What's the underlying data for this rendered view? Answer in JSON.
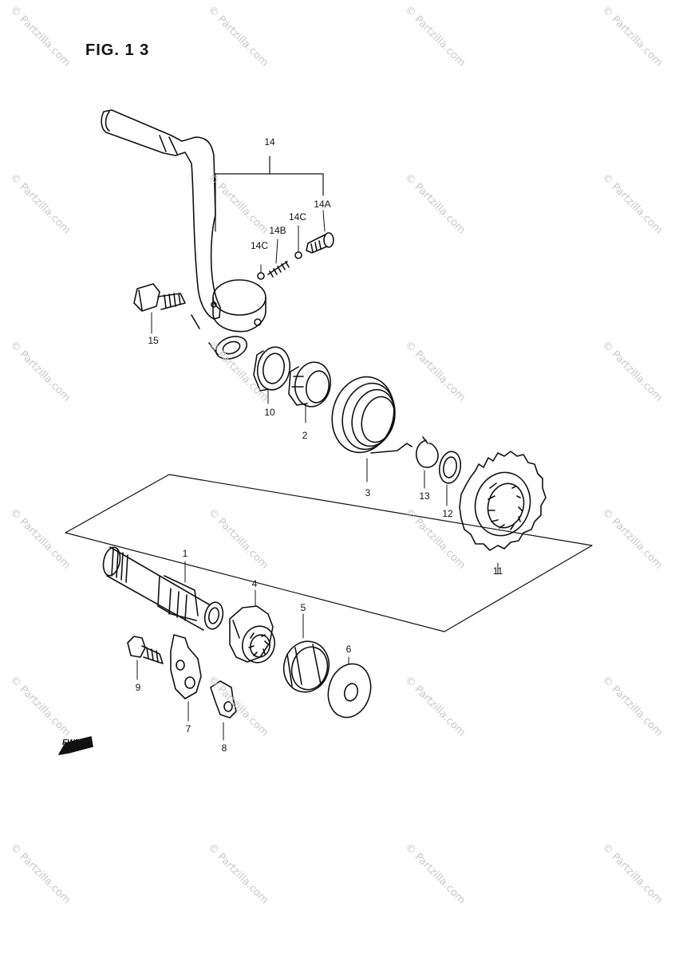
{
  "figure": {
    "title": "FIG. 1 3"
  },
  "callouts": {
    "p1": "1",
    "p2": "2",
    "p3": "3",
    "p4": "4",
    "p5": "5",
    "p6": "6",
    "p7": "7",
    "p8": "8",
    "p9": "9",
    "p10": "10",
    "p11": "11",
    "p12": "12",
    "p13": "13",
    "p14": "14",
    "p14a": "14A",
    "p14b": "14B",
    "p14c_left": "14C",
    "p14c_right": "14C",
    "p15": "15"
  },
  "watermark": {
    "text": "© Partzilla.com"
  },
  "direction_marker": {
    "text": "FWD"
  }
}
